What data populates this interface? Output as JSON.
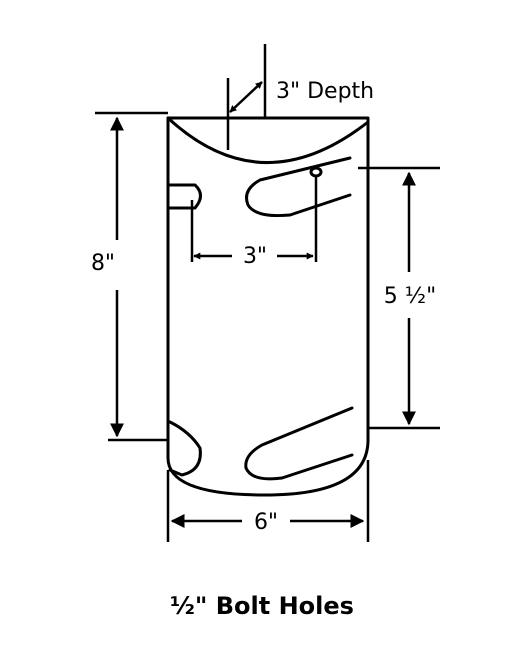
{
  "diagram": {
    "labels": {
      "depth": "3\" Depth",
      "height": "8\"",
      "hole_spacing": "3\"",
      "hole_span": "5 ½\"",
      "width": "6\""
    },
    "caption": "½\" Bolt Holes",
    "colors": {
      "ink": "#000000",
      "background": "#ffffff"
    }
  }
}
